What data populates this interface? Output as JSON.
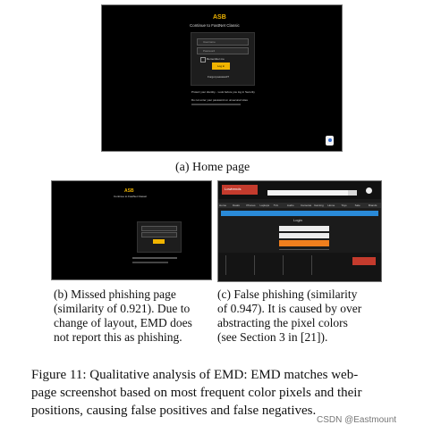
{
  "top_shot": {
    "brand": "ASB",
    "heading": "Continue to FastNet Classic",
    "field_username": "Username",
    "field_password": "Password",
    "remember": "Remember me",
    "login_label": "Log in",
    "forgot": "Forgot password?",
    "footer_line1": "Protect your identity...   Look before you log in   Security",
    "footer_line2": "Do not enter your password on unsecured sites"
  },
  "left_shot": {
    "brand": "ASB",
    "heading": "Continue to FastNet Classic"
  },
  "right_shot": {
    "brand": "Lowtrends",
    "search_label": "Search",
    "login_title": "Login",
    "login_button": "Log In",
    "nav": [
      "Home",
      "Deals",
      "Phones",
      "Laptops",
      "TVs",
      "Audio",
      "Cameras",
      "Gaming",
      "Home",
      "Toys",
      "Sale",
      "Brands"
    ]
  },
  "captions": {
    "a": "(a) Home page",
    "b_lines": [
      "(b)  Missed  phishing  page",
      "(similarity of 0.921).  Due to",
      "change of layout, EMD does",
      "not report this as phishing."
    ],
    "c_lines": [
      "(c)  False  phishing  (similarity",
      "of 0.947).  It is caused by over",
      "abstracting  the  pixel  colors",
      "(see Section 3 in [21])."
    ]
  },
  "figure_caption_lines": [
    "Figure 11: Qualitative analysis of EMD: EMD matches web-",
    "page screenshot based on most frequent color pixels and their",
    "positions, causing false positives and false negatives."
  ],
  "watermark": "CSDN @Eastmount"
}
